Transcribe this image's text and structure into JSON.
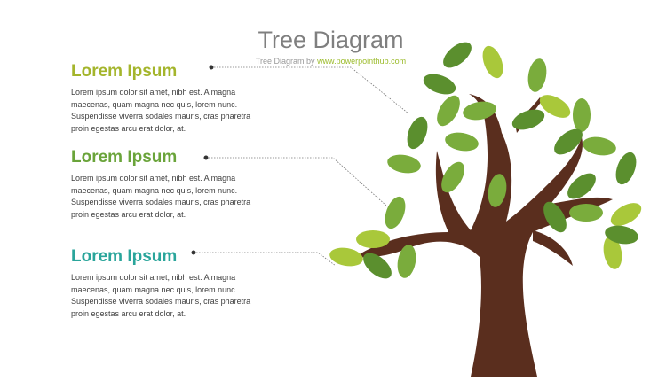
{
  "header": {
    "title": "Tree Diagram",
    "subtitle_prefix": "Tree Diagram by ",
    "subtitle_url": "www.powerpointhub.com"
  },
  "items": [
    {
      "heading": "Lorem Ipsum",
      "color": "#a4b52c",
      "text": "Lorem ipsum dolor sit amet, nibh est. A magna maecenas, quam magna nec quis, lorem nunc. Suspendisse viverra sodales mauris, cras pharetra proin egestas arcu erat dolor, at."
    },
    {
      "heading": "Lorem Ipsum",
      "color": "#6aa43a",
      "text": "Lorem ipsum dolor sit amet, nibh est. A magna maecenas, quam magna nec quis, lorem nunc. Suspendisse viverra sodales mauris, cras pharetra proin egestas arcu erat dolor, at."
    },
    {
      "heading": "Lorem Ipsum",
      "color": "#2aa59b",
      "text": "Lorem ipsum dolor sit amet, nibh est. A magna maecenas, quam magna nec quis, lorem nunc. Suspendisse viverra sodales mauris, cras pharetra proin egestas arcu erat dolor, at."
    }
  ],
  "colors": {
    "trunk": "#5a2e1e",
    "leaf_dark": "#5b8f2e",
    "leaf_mid": "#7aac3c",
    "leaf_light": "#a9c83a"
  }
}
